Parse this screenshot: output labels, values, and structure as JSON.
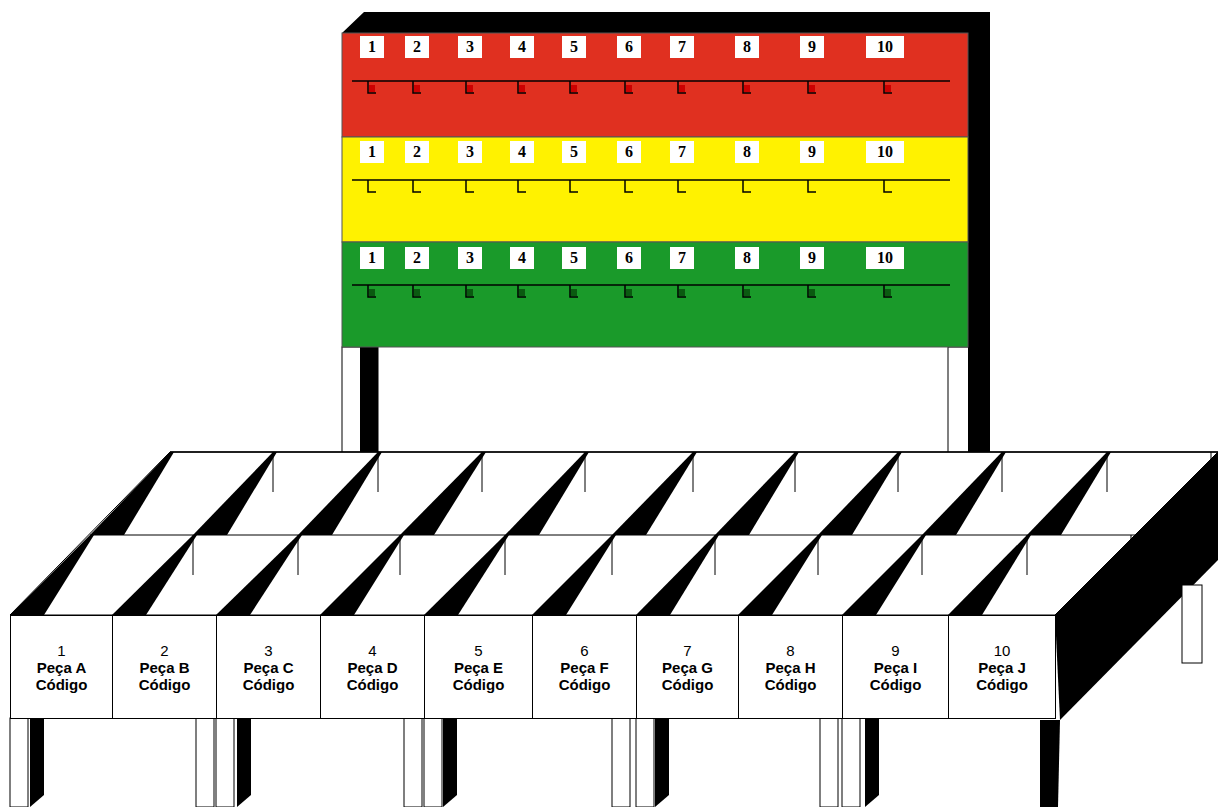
{
  "diagram": {
    "nodes": [
      {
        "text": [
          "1"
        ]
      },
      {
        "text": [
          "2"
        ]
      },
      {
        "text": [
          "3"
        ]
      },
      {
        "text": [
          "4"
        ]
      },
      {
        "text": [
          "5"
        ]
      },
      {
        "text": [
          "6"
        ]
      },
      {
        "text": [
          "7"
        ]
      },
      {
        "text": [
          "8"
        ]
      },
      {
        "text": [
          "9"
        ]
      },
      {
        "text": [
          "10"
        ]
      },
      {
        "text": [
          "1"
        ]
      },
      {
        "text": [
          "2"
        ]
      },
      {
        "text": [
          "3"
        ]
      },
      {
        "text": [
          "4"
        ]
      },
      {
        "text": [
          "5"
        ]
      },
      {
        "text": [
          "6"
        ]
      },
      {
        "text": [
          "7"
        ]
      },
      {
        "text": [
          "8"
        ]
      },
      {
        "text": [
          "9"
        ]
      },
      {
        "text": [
          "10"
        ]
      },
      {
        "text": [
          "1"
        ]
      },
      {
        "text": [
          "2"
        ]
      },
      {
        "text": [
          "3"
        ]
      },
      {
        "text": [
          "4"
        ]
      },
      {
        "text": [
          "5"
        ]
      },
      {
        "text": [
          "6"
        ]
      },
      {
        "text": [
          "7"
        ]
      },
      {
        "text": [
          "8"
        ]
      },
      {
        "text": [
          "9"
        ]
      },
      {
        "text": [
          "10"
        ]
      },
      {
        "text": [
          "1",
          "Peça A",
          "Código"
        ]
      },
      {
        "text": [
          "2",
          "Peça B",
          "Código"
        ]
      },
      {
        "text": [
          "3",
          "Peça C",
          "Código"
        ]
      },
      {
        "text": [
          "4",
          "Peça D",
          "Código"
        ]
      },
      {
        "text": [
          "5",
          "Peça E",
          "Código"
        ]
      },
      {
        "text": [
          "6",
          "Peça F",
          "Código"
        ]
      },
      {
        "text": [
          "7",
          "Peça G",
          "Código"
        ]
      },
      {
        "text": [
          "8",
          "Peça H",
          "Código"
        ]
      },
      {
        "text": [
          "9",
          "Peça I",
          "Código"
        ]
      },
      {
        "text": [
          "10",
          "Peça J",
          "Código"
        ]
      }
    ]
  }
}
